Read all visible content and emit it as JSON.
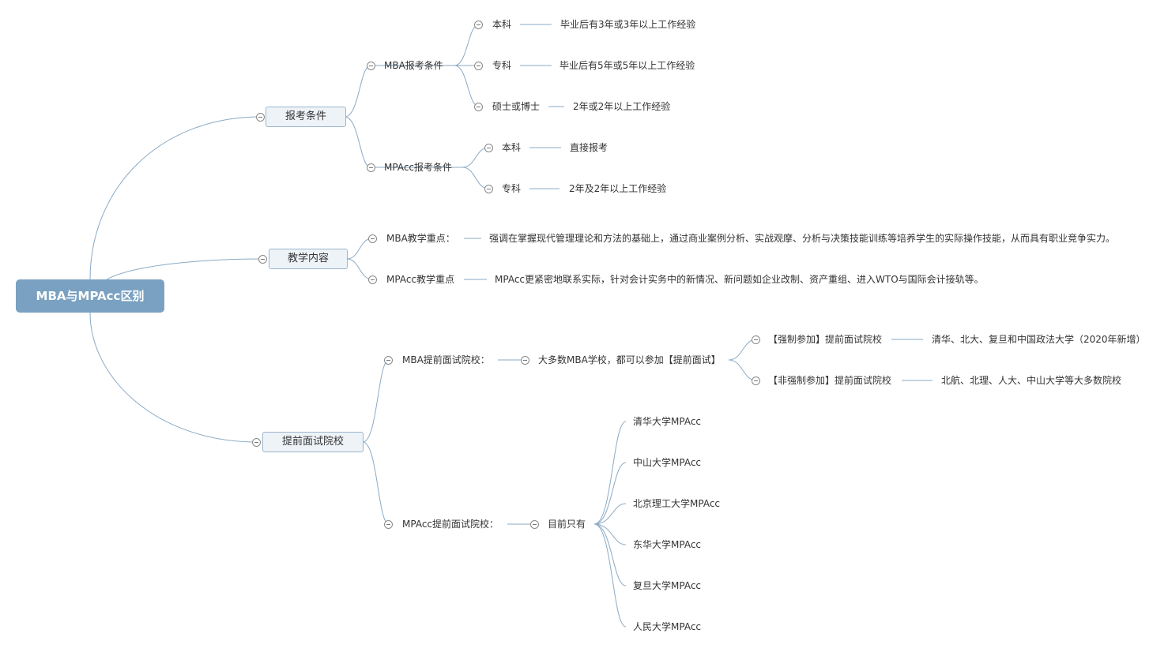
{
  "root": "MBA与MPAcc区别",
  "branches": {
    "b1": {
      "label": "报考条件",
      "mba": {
        "label": "MBA报考条件",
        "benke": "本科",
        "benke_val": "毕业后有3年或3年以上工作经验",
        "zhuanke": "专科",
        "zhuanke_val": "毕业后有5年或5年以上工作经验",
        "shuoshi": "硕士或博士",
        "shuoshi_val": "2年或2年以上工作经验"
      },
      "mpacc": {
        "label": "MPAcc报考条件",
        "benke": "本科",
        "benke_val": "直接报考",
        "zhuanke": "专科",
        "zhuanke_val": "2年及2年以上工作经验"
      }
    },
    "b2": {
      "label": "教学内容",
      "mba": {
        "label": "MBA教学重点：",
        "val": "强调在掌握现代管理理论和方法的基础上，通过商业案例分析、实战观摩、分析与决策技能训练等培养学生的实际操作技能，从而具有职业竞争实力。"
      },
      "mpacc": {
        "label": "MPAcc教学重点",
        "val": "MPAcc更紧密地联系实际，针对会计实务中的新情况、新问题如企业改制、资产重组、进入WTO与国际会计接轨等。"
      }
    },
    "b3": {
      "label": "提前面试院校",
      "mba": {
        "label": "MBA提前面试院校：",
        "sub": "大多数MBA学校，都可以参加【提前面试】",
        "forced": "【强制参加】提前面试院校",
        "forced_val": "清华、北大、复旦和中国政法大学（2020年新增）",
        "optional": "【非强制参加】提前面试院校",
        "optional_val": "北航、北理、人大、中山大学等大多数院校"
      },
      "mpacc": {
        "label": "MPAcc提前面试院校：",
        "sub": "目前只有",
        "schools": [
          "清华大学MPAcc",
          "中山大学MPAcc",
          "北京理工大学MPAcc",
          "东华大学MPAcc",
          "复旦大学MPAcc",
          "人民大学MPAcc"
        ]
      }
    }
  }
}
